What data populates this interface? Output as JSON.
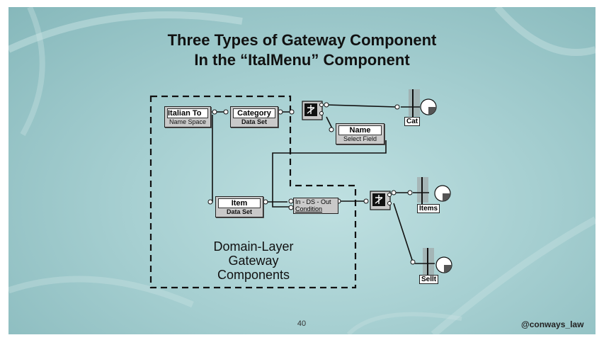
{
  "slide": {
    "title_line1": "Three Types of Gateway Component",
    "title_line2": "In the “ItalMenu” Component",
    "page_number": "40",
    "handle": "@conways_law"
  },
  "diagram": {
    "group_label_line1": "Domain-Layer",
    "group_label_line2": "Gateway",
    "group_label_line3": "Components",
    "components": {
      "italian": {
        "title": "Italian To",
        "subtitle": "Name Space"
      },
      "category": {
        "title": "Category",
        "subtitle": "Data Set"
      },
      "name": {
        "title": "Name",
        "subtitle": "Select Field"
      },
      "item": {
        "title": "Item",
        "subtitle": "Data Set"
      },
      "condition": {
        "line1": "In - DS - Out",
        "line2": "Condition"
      }
    },
    "outputs": {
      "cat": "Cat",
      "items": "Items",
      "sellt": "Sellt"
    },
    "colors": {
      "box_fill": "#c9c9c9",
      "line": "#111111",
      "background": "#a6cfd1"
    }
  }
}
